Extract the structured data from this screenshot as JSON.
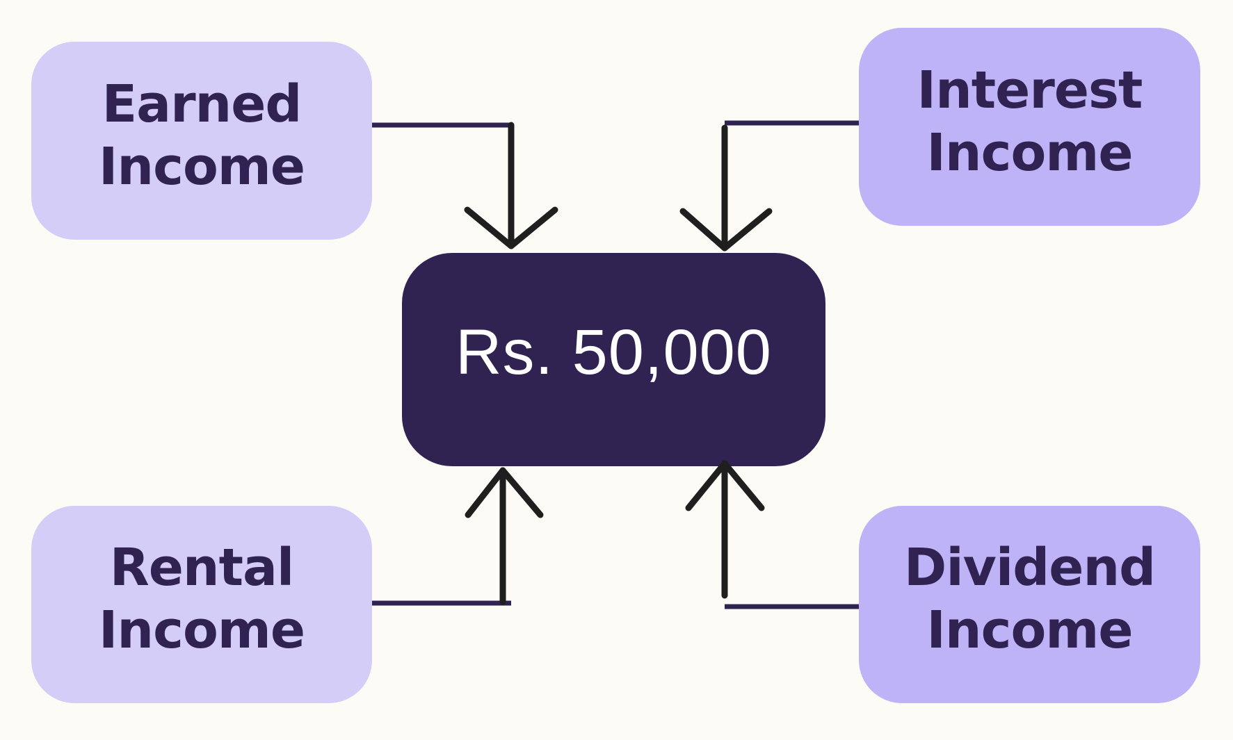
{
  "center": {
    "label": "Rs. 50,000"
  },
  "sources": {
    "earned": {
      "line1": "Earned",
      "line2": "Income"
    },
    "interest": {
      "line1": "Interest",
      "line2": "Income"
    },
    "rental": {
      "line1": "Rental",
      "line2": "Income"
    },
    "dividend": {
      "line1": "Dividend",
      "line2": "Income"
    }
  },
  "colors": {
    "background": "#fdfbf5",
    "center_fill": "#302352",
    "center_text": "#ffffff",
    "left_box_fill": "#d3cdf8",
    "right_box_fill": "#bdb3f6",
    "box_text": "#302352",
    "arrow": "#1f1f1f",
    "connector": "#302352"
  }
}
